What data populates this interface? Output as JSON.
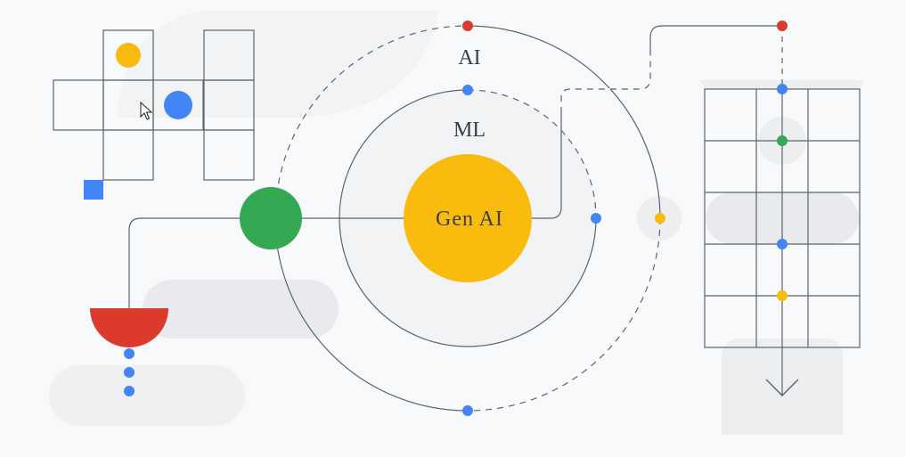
{
  "diagram": {
    "labels": {
      "ai": "AI",
      "ml": "ML",
      "gen_ai": "Gen AI"
    }
  },
  "colors": {
    "background": "#f8f9fa",
    "google_blue": "#4285f4",
    "google_red": "#db3a2d",
    "google_yellow": "#f9bb0d",
    "google_green": "#34a853",
    "line": "#5f6368",
    "pill_gray": "#e8eaed",
    "soft_gray": "#f1f3f4"
  }
}
